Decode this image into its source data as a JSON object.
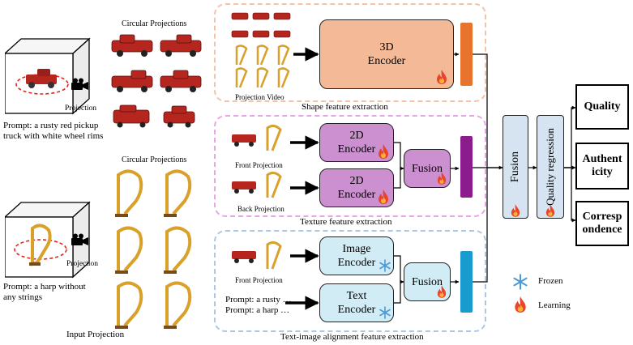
{
  "left": {
    "top_cube_label": "Projection",
    "top_prompt": "Prompt: a rusty red pickup truck with white wheel rims",
    "bottom_cube_label": "Projection",
    "bottom_prompt": "Prompt: a harp without any strings",
    "footer": "Input Projection"
  },
  "projections": {
    "top_title": "Circular Projections",
    "bottom_title": "Circular Projections"
  },
  "shape_panel": {
    "encoder_label": "3D\nEncoder",
    "input_label": "Projection Video",
    "title": "Shape feature extraction"
  },
  "texture_panel": {
    "front_label": "Front Projection",
    "back_label": "Back Projection",
    "encoder_a_label": "2D\nEncoder",
    "encoder_b_label": "2D\nEncoder",
    "fusion_label": "Fusion",
    "title": "Texture feature extraction"
  },
  "alignment_panel": {
    "front_label": "Front Projection",
    "prompt_line1": "Prompt: a rusty …",
    "prompt_line2": "Prompt: a harp …",
    "image_encoder_label": "Image\nEncoder",
    "text_encoder_label": "Text\nEncoder",
    "fusion_label": "Fusion",
    "title": "Text-image alignment feature extraction"
  },
  "head": {
    "fusion_label": "Fusion",
    "regression_label": "Quality regression"
  },
  "outputs": [
    "Quality",
    "Authent\nicity",
    "Corresp\nondence"
  ],
  "legend": {
    "frozen_label": "Frozen",
    "learning_label": "Learning"
  },
  "colors": {
    "shape_panel_border": "#f2c4a6",
    "texture_panel_border": "#e6a6e6",
    "alignment_panel_border": "#a9c8e6",
    "encoder_3d_fill": "#f4b997",
    "shape_bar": "#e8732c",
    "encoder_2d_fill": "#cc8fcf",
    "texture_bar": "#8b1c8b",
    "encoder_clip_fill": "#d2ecf6",
    "alignment_bar": "#1a9bd0",
    "head_fill": "#d6e4f2",
    "truck_red": "#b5261f",
    "harp_gold": "#d9a02a"
  },
  "icons": [
    "video-camera-icon",
    "flame-icon",
    "snowflake-icon"
  ]
}
